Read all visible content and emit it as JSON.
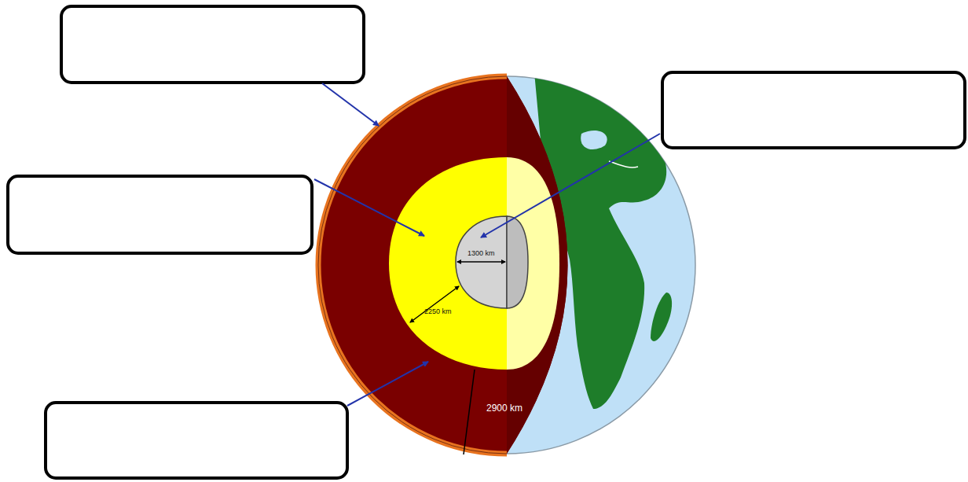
{
  "diagram": {
    "labels": [
      "1300 km",
      "2250 km",
      "2900 km"
    ]
  }
}
